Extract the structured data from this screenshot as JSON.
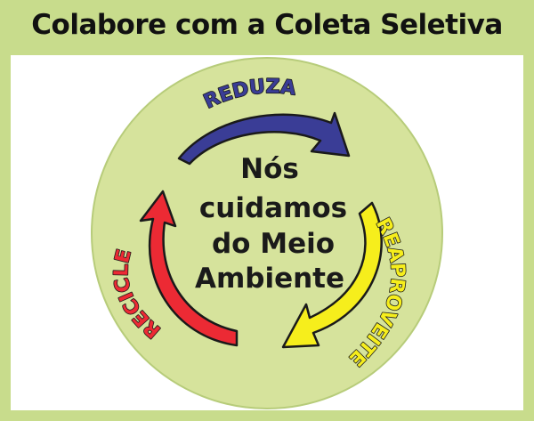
{
  "header": {
    "title": "Colabore com a Coleta Seletiva"
  },
  "circle": {
    "center_lines": [
      "Nós",
      "cuidamos",
      "do Meio",
      "Ambiente"
    ]
  },
  "arrows": [
    {
      "label": "REDUZA",
      "color": "#3a3d96",
      "outline": "#1a1a1a"
    },
    {
      "label": "REAPROVEITE",
      "color": "#f6ee1c",
      "outline": "#1a1a1a"
    },
    {
      "label": "RECICLE",
      "color": "#ec2a34",
      "outline": "#1a1a1a"
    }
  ],
  "colors": {
    "background": "#c8dc8c",
    "panel": "#ffffff",
    "circle_fill": "#d6e39c"
  }
}
